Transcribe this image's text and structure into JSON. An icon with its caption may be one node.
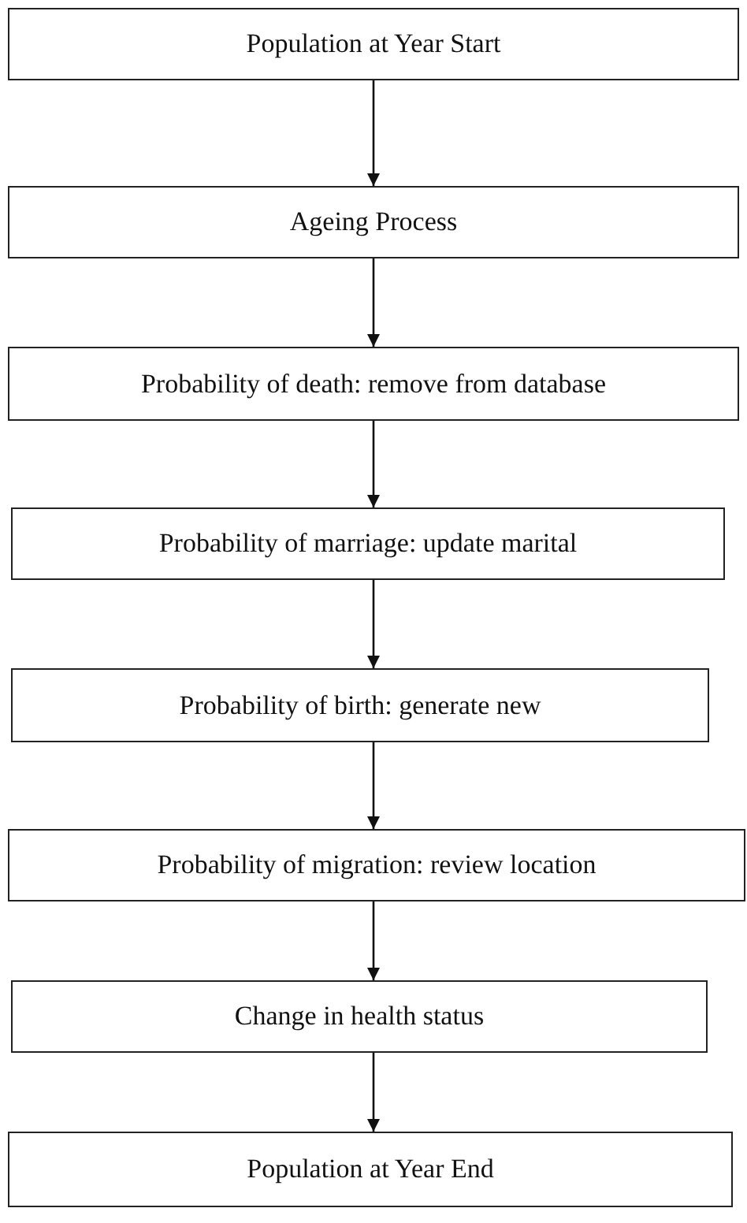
{
  "diagram": {
    "nodes": [
      {
        "text": [
          "Population at Year Start"
        ]
      },
      {
        "text": [
          "Ageing Process"
        ]
      },
      {
        "text": [
          "Probability of death: remove from database"
        ]
      },
      {
        "text": [
          "Probability of marriage: update marital"
        ]
      },
      {
        "text": [
          "Probability of birth: generate new"
        ]
      },
      {
        "text": [
          "Probability of migration: review location"
        ]
      },
      {
        "text": [
          "Change in health status"
        ]
      },
      {
        "text": [
          "Population at Year End"
        ]
      }
    ],
    "edges": [
      {
        "from": 0,
        "to": 1,
        "arrow": "to"
      },
      {
        "from": 1,
        "to": 2,
        "arrow": "to"
      },
      {
        "from": 2,
        "to": 3,
        "arrow": "to"
      },
      {
        "from": 3,
        "to": 4,
        "arrow": "to"
      },
      {
        "from": 4,
        "to": 5,
        "arrow": "to"
      },
      {
        "from": 5,
        "to": 6,
        "arrow": "to"
      },
      {
        "from": 6,
        "to": 7,
        "arrow": "to"
      }
    ]
  }
}
